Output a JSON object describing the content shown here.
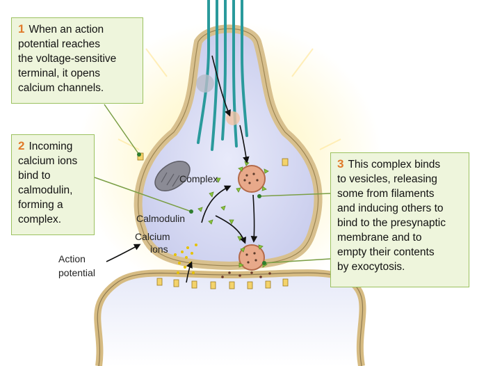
{
  "callouts": {
    "step1": {
      "number": "1",
      "lines": [
        "When an action",
        "potential reaches",
        "the voltage-sensitive",
        "terminal, it opens",
        "calcium channels."
      ]
    },
    "step2": {
      "number": "2",
      "lines": [
        "Incoming",
        "calcium ions",
        "bind to",
        "calmodulin,",
        "forming a",
        "complex."
      ]
    },
    "step3": {
      "number": "3",
      "lines": [
        "This complex binds",
        "to vesicles, releasing",
        "some from filaments",
        "and inducing others to",
        "bind to the presynaptic",
        "membrane and to",
        "empty their contents",
        "by exocytosis."
      ]
    }
  },
  "labels": {
    "complex": "Complex",
    "calmodulin": "Calmodulin",
    "calcium": "Calcium",
    "ions": "ions",
    "action_line1": "Action",
    "action_line2": "potential"
  },
  "colors": {
    "callout_fill": "#eef5dc",
    "callout_border": "#9bc15f",
    "step_number": "#e07a2a",
    "membrane": "#d8c08e",
    "cytoplasm": "#cfd2ef",
    "filament": "#2a9a9c",
    "vesicle": "#e8a98a"
  }
}
